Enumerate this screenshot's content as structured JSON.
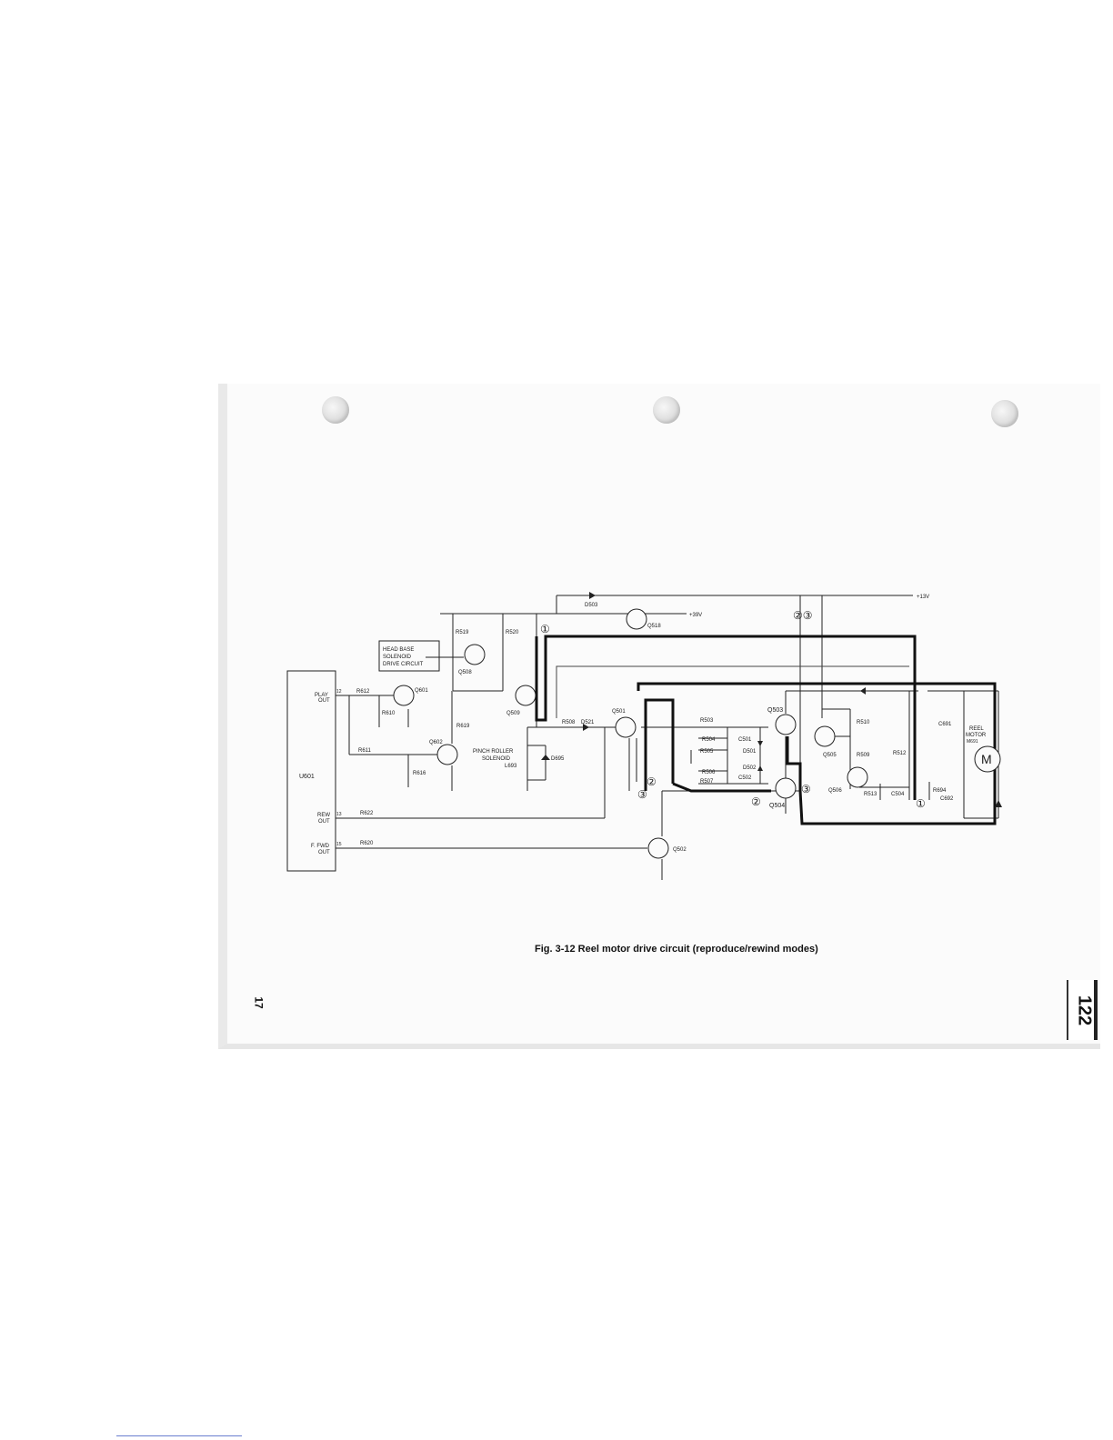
{
  "labels": {
    "plus13v": "+13V",
    "plus39v": "+39V",
    "d503": "D503",
    "q518": "Q518",
    "r519": "R519",
    "r520": "R520",
    "head_base_1": "HEAD BASE",
    "head_base_2": "SOLENOID",
    "head_base_3": "DRIVE CIRCUIT",
    "q508": "Q508",
    "q509": "Q509",
    "q601": "Q601",
    "q602": "Q602",
    "r612": "R612",
    "r610": "R610",
    "r611": "R611",
    "r616": "R616",
    "r619": "R619",
    "r508": "R508",
    "d521": "D521",
    "pinch_1": "PINCH ROLLER",
    "pinch_2": "SOLENOID",
    "l693": "L693",
    "d695": "D695",
    "u601": "U601",
    "play_1": "PLAY",
    "play_2": "OUT",
    "rew_1": "REW",
    "rew_2": "OUT",
    "ffwd_1": "F. FWD",
    "ffwd_2": "OUT",
    "pin12": "12",
    "pin13": "13",
    "pin15": "15",
    "r622": "R622",
    "r620": "R620",
    "q502": "Q502",
    "q501": "Q501",
    "r503": "R503",
    "r504": "R504",
    "r505": "R505",
    "r506": "R506",
    "r507": "R507",
    "c501": "C501",
    "c502": "C502",
    "d501": "D501",
    "d502": "D502",
    "q503": "Q503",
    "q504": "Q504",
    "q505": "Q505",
    "q506": "Q506",
    "r510": "R510",
    "r509": "R509",
    "r512": "R512",
    "r513": "R513",
    "c504": "C504",
    "c691": "C691",
    "c692": "C692",
    "r694": "R694",
    "reel_1": "REEL",
    "reel_2": "MOTOR",
    "m691": "M691",
    "motor_m": "M",
    "mark1a": "①",
    "mark1b": "①",
    "mark2a": "②",
    "mark2b": "②",
    "mark3a": "③",
    "mark3b": "③",
    "mark23": "②③"
  },
  "caption": "Fig. 3-12  Reel motor drive circuit (reproduce/rewind modes)",
  "page_number": "17",
  "tab_number": "122"
}
